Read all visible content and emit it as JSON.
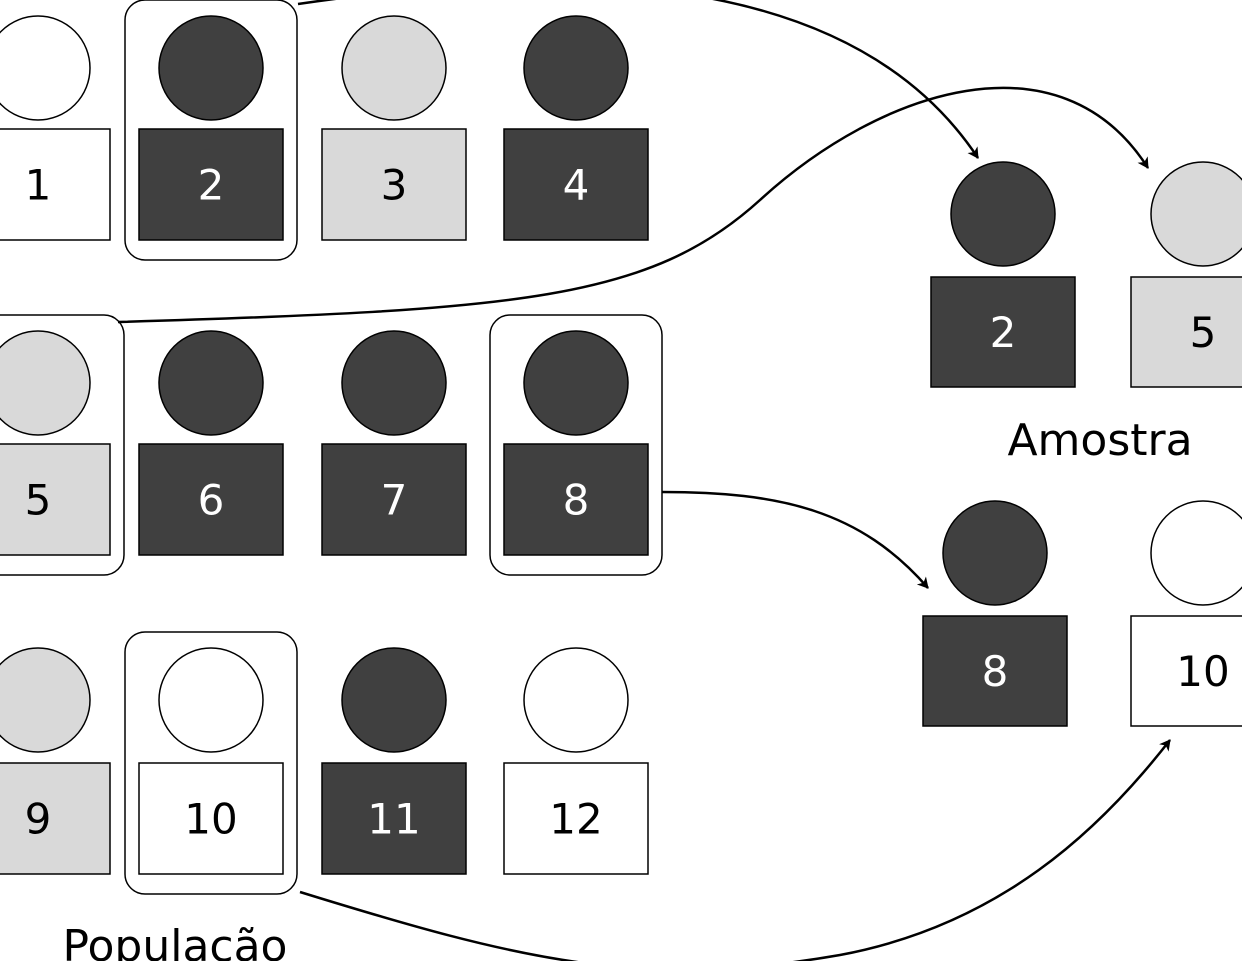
{
  "palette": {
    "dark": "#404040",
    "light": "#d9d9d9",
    "white": "#ffffff",
    "stroke": "#000000"
  },
  "population": {
    "label": "População",
    "people": [
      {
        "number": "1",
        "shade": "white",
        "selected": false
      },
      {
        "number": "2",
        "shade": "dark",
        "selected": true
      },
      {
        "number": "3",
        "shade": "light",
        "selected": false
      },
      {
        "number": "4",
        "shade": "dark",
        "selected": false
      },
      {
        "number": "5",
        "shade": "light",
        "selected": true
      },
      {
        "number": "6",
        "shade": "dark",
        "selected": false
      },
      {
        "number": "7",
        "shade": "dark",
        "selected": false
      },
      {
        "number": "8",
        "shade": "dark",
        "selected": true
      },
      {
        "number": "9",
        "shade": "light",
        "selected": false
      },
      {
        "number": "10",
        "shade": "white",
        "selected": true
      },
      {
        "number": "11",
        "shade": "dark",
        "selected": false
      },
      {
        "number": "12",
        "shade": "white",
        "selected": false
      }
    ]
  },
  "sample": {
    "label": "Amostra",
    "people": [
      {
        "number": "2",
        "shade": "dark"
      },
      {
        "number": "5",
        "shade": "light"
      },
      {
        "number": "8",
        "shade": "dark"
      },
      {
        "number": "10",
        "shade": "white"
      }
    ]
  },
  "arrows": [
    {
      "from": "2",
      "to": "2"
    },
    {
      "from": "5",
      "to": "5"
    },
    {
      "from": "8",
      "to": "8"
    },
    {
      "from": "10",
      "to": "10"
    }
  ]
}
